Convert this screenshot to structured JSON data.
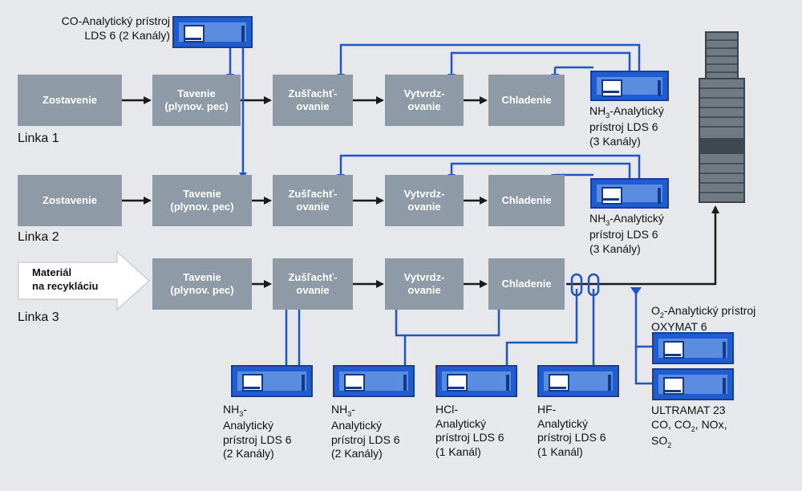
{
  "colors": {
    "block": "#8e9ba6",
    "analyzer": "#1f5bd1",
    "line_blue": "#1f55c9",
    "arrow": "#1a1a1a",
    "stack": "#555f66"
  },
  "lines": [
    {
      "label": "Linka 1",
      "blocks": [
        "Zostavenie",
        "Tavenie\n(plynov. pec)",
        "Zušľachť-\novanie",
        "Vytvrdz-\novanie",
        "Chladenie"
      ]
    },
    {
      "label": "Linka 2",
      "blocks": [
        "Zostavenie",
        "Tavenie\n(plynov. pec)",
        "Zušľachť-\novanie",
        "Vytvrdz-\novanie",
        "Chladenie"
      ]
    },
    {
      "label": "Linka 3",
      "input": "Materiál\nna recykláciu",
      "blocks": [
        "Tavenie\n(plynov. pec)",
        "Zušľachť-\novanie",
        "Vytvrdz-\novanie",
        "Chladenie"
      ]
    }
  ],
  "analyzers": {
    "co_top": "CO-Analytický prístroj\nLDS 6 (2 Kanály)",
    "nh3_line1_a": "NH",
    "nh3_line1_b": "-Analytický\nprístroj LDS 6\n(3 Kanály)",
    "nh3_line2_a": "NH",
    "nh3_line2_b": "-Analytický\nprístroj LDS 6\n(3 Kanály)",
    "o2_a": "O",
    "o2_b": "-Analytický prístroj\nOXYMAT 6",
    "ultramat_a": "ULTRAMAT 23\nCO, CO",
    "ultramat_b": ", NO",
    "ultramat_c": "x,\nSO",
    "bottom": [
      {
        "a": "NH",
        "sub": "3",
        "b": "-\nAnalytický\nprístroj LDS 6\n(2 Kanály)"
      },
      {
        "a": "NH",
        "sub": "3",
        "b": "-\nAnalytický\nprístroj LDS 6\n(2 Kanály)"
      },
      {
        "a": "HCl-\nAnalytický\nprístroj LDS 6\n(1 Kanál)"
      },
      {
        "a": "HF-\nAnalytický\nprístroj LDS 6\n(1 Kanál)"
      }
    ]
  },
  "subs": {
    "three": "3",
    "two": "2"
  }
}
